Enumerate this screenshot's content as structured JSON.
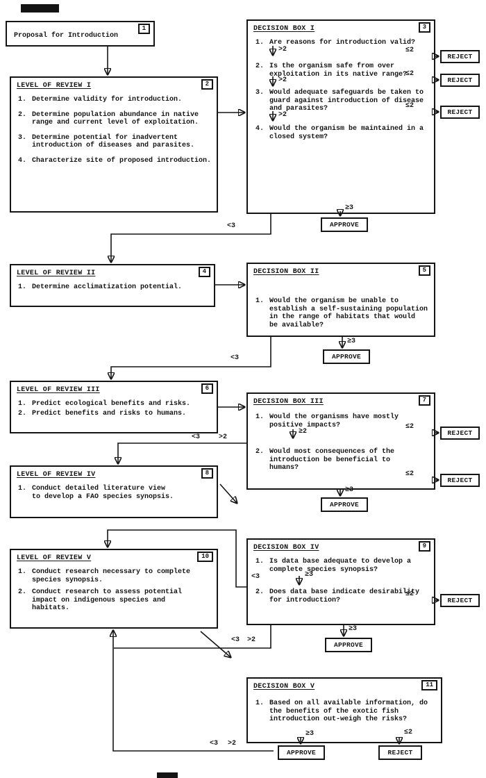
{
  "colors": {
    "ink": "#141414",
    "paper": "#ffffff"
  },
  "labels": {
    "approve": "APPROVE",
    "reject": "REJECT",
    "le2": "≤2",
    "gt2": ">2",
    "ge2": "≥2",
    "ge3": "≥3",
    "lt3": "<3"
  },
  "boxes": {
    "proposal": {
      "num": "1",
      "title": "Proposal for Introduction"
    },
    "review1": {
      "num": "2",
      "title": "LEVEL OF REVIEW I",
      "items": [
        {
          "n": "1.",
          "t": "Determine validity for introduction."
        },
        {
          "n": "2.",
          "t": "Determine population abundance in native\nrange and current level of exploitation."
        },
        {
          "n": "3.",
          "t": "Determine potential for inadvertent\nintroduction of diseases and parasites."
        },
        {
          "n": "4.",
          "t": "Characterize site of proposed introduction."
        }
      ]
    },
    "decision1": {
      "num": "3",
      "title": "DECISION BOX I",
      "items": [
        {
          "n": "1.",
          "t": "Are reasons for introduction valid?"
        },
        {
          "n": "2.",
          "t": "Is the organism safe from over\nexploitation in its native range?"
        },
        {
          "n": "3.",
          "t": "Would adequate safeguards be taken to\nguard against introduction of disease\nand parasites?"
        },
        {
          "n": "4.",
          "t": "Would the organism be maintained in a\nclosed system?"
        }
      ]
    },
    "review2": {
      "num": "4",
      "title": "LEVEL OF REVIEW II",
      "items": [
        {
          "n": "1.",
          "t": "Determine acclimatization potential."
        }
      ]
    },
    "decision2": {
      "num": "5",
      "title": "DECISION BOX II",
      "items": [
        {
          "n": "1.",
          "t": "Would the organism be unable to\nestablish a self-sustaining population\nin the range of habitats that would\nbe available?"
        }
      ]
    },
    "review3": {
      "num": "6",
      "title": "LEVEL OF REVIEW III",
      "items": [
        {
          "n": "1.",
          "t": "Predict ecological benefits and risks."
        },
        {
          "n": "2.",
          "t": "Predict benefits and risks to humans."
        }
      ]
    },
    "decision3": {
      "num": "7",
      "title": "DECISION BOX III",
      "items": [
        {
          "n": "1.",
          "t": "Would the organisms have mostly\npositive impacts?"
        },
        {
          "n": "2.",
          "t": "Would most consequences of the\nintroduction be beneficial to\nhumans?"
        }
      ]
    },
    "review4": {
      "num": "8",
      "title": "LEVEL OF REVIEW IV",
      "items": [
        {
          "n": "1.",
          "t": "Conduct detailed literature view\nto develop a FAO species synopsis."
        }
      ]
    },
    "decision4": {
      "num": "9",
      "title": "DECISION BOX IV",
      "items": [
        {
          "n": "1.",
          "t": "Is data base adequate to develop a\ncomplete species synopsis?"
        },
        {
          "n": "2.",
          "t": "Does data base indicate desirability\nfor introduction?"
        }
      ]
    },
    "review5": {
      "num": "10",
      "title": "LEVEL OF REVIEW V",
      "items": [
        {
          "n": "1.",
          "t": "Conduct research necessary to complete\nspecies synopsis."
        },
        {
          "n": "2.",
          "t": "Conduct research to assess potential\nimpact on indigenous species and\nhabitats."
        }
      ]
    },
    "decision5": {
      "num": "11",
      "title": "DECISION BOX V",
      "items": [
        {
          "n": "1.",
          "t": "Based on all available information, do\nthe benefits of the exotic fish\nintroduction out-weigh the risks?"
        }
      ]
    }
  }
}
